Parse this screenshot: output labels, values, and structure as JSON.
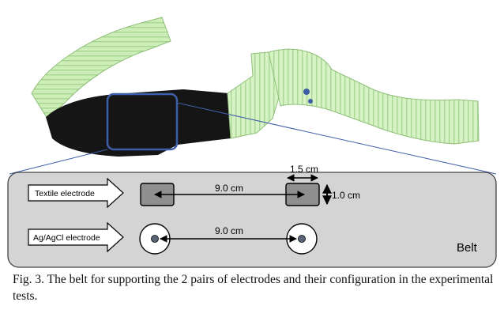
{
  "figure": {
    "photo": {
      "subject": "belt-photo",
      "colors": {
        "strap": "#cdeeb8",
        "strap_stripe": "#a7d592",
        "pad": "#151515",
        "zoom_box": "#3f5ea8"
      }
    },
    "diagram": {
      "panel_color": "#d4d4d4",
      "textile_label": "Textile electrode",
      "agagcl_label": "Ag/AgCl electrode",
      "textile_spacing": "9.0 cm",
      "agagcl_spacing": "9.0 cm",
      "electrode_width": "1.5 cm",
      "electrode_height": "1.0 cm",
      "belt_label": "Belt",
      "colors": {
        "textile_fill": "#8f8f8f",
        "gel_center": "#5a6677"
      }
    }
  },
  "caption": "Fig. 3. The belt for supporting the 2 pairs of electrodes and their configuration in the experimental tests."
}
